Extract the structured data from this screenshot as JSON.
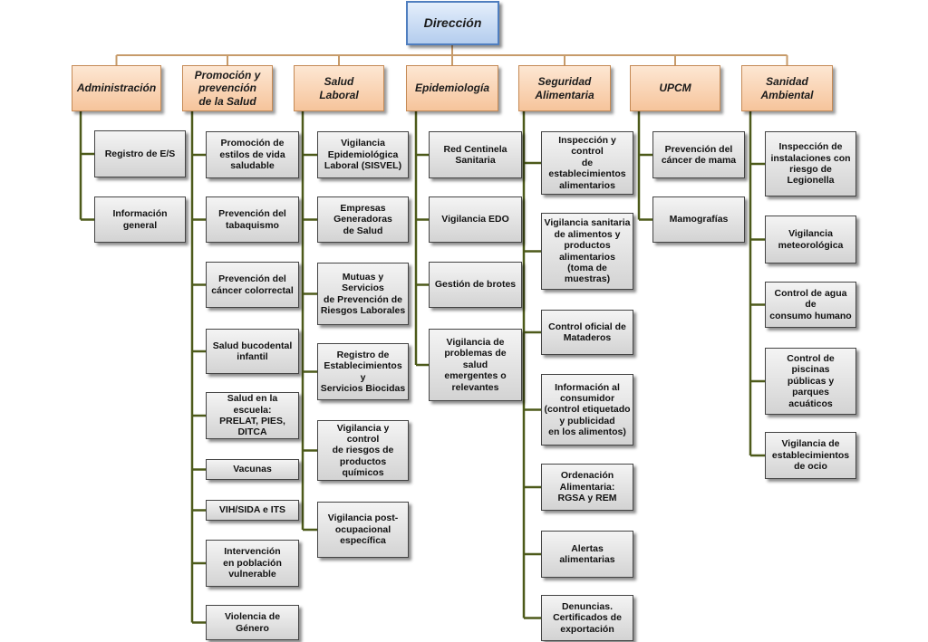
{
  "title": "Dirección",
  "departments": [
    {
      "name": "Administración",
      "items": [
        "Registro de E/S",
        "Información\ngeneral"
      ]
    },
    {
      "name": "Promoción  y\nprevención\nde la Salud",
      "items": [
        "Promoción de\nestilos de vida\nsaludable",
        "Prevención  del\ntabaquismo",
        "Prevención del\ncáncer colorrectal",
        "Salud bucodental\ninfantil",
        "Salud en la escuela:\nPRELAT, PIES, DITCA",
        "Vacunas",
        "VIH/SIDA e ITS",
        "Intervención\nen población\nvulnerable",
        "Violencia de Género"
      ]
    },
    {
      "name": "Salud\nLaboral",
      "items": [
        "Vigilancia\nEpidemiológica\nLaboral (SISVEL)",
        "Empresas\nGeneradoras\nde Salud",
        "Mutuas y Servicios\nde Prevención de\nRiesgos Laborales",
        "Registro de\nEstablecimientos y\nServicios Biocidas",
        "Vigilancia y control\nde riesgos de\nproductos químicos",
        "Vigilancia post-\nocupacional\nespecífica"
      ]
    },
    {
      "name": "Epidemiología",
      "items": [
        "Red Centinela\nSanitaria",
        "Vigilancia EDO",
        "Gestión de brotes",
        "Vigilancia de\nproblemas de salud\nemergentes o\nrelevantes"
      ]
    },
    {
      "name": "Seguridad\nAlimentaria",
      "items": [
        "Inspección y control\nde establecimientos\nalimentarios",
        "Vigilancia sanitaria\nde alimentos y\nproductos\nalimentarios\n(toma de muestras)",
        "Control oficial de\nMataderos",
        "Información al\nconsumidor\n(control etiquetado\ny publicidad\nen los alimentos)",
        "Ordenación\nAlimentaria:\nRGSA y REM",
        "Alertas\nalimentarias",
        "Denuncias.\nCertificados de\nexportación"
      ]
    },
    {
      "name": "UPCM",
      "items": [
        "Prevención del\ncáncer de mama",
        "Mamografías"
      ]
    },
    {
      "name": "Sanidad\nAmbiental",
      "items": [
        "Inspección de\ninstalaciones con\nriesgo de Legionella",
        "Vigilancia\nmeteorológica",
        "Control de agua de\nconsumo humano",
        "Control de piscinas\npúblicas  y parques\nacuáticos",
        "Vigilancia de\nestablecimientos\nde ocio"
      ]
    }
  ],
  "colors": {
    "root_border": "#4f7ebf",
    "dept_border": "#c58a55",
    "connector_top": "#c79b6a",
    "connector_side": "#4d5a1a"
  }
}
